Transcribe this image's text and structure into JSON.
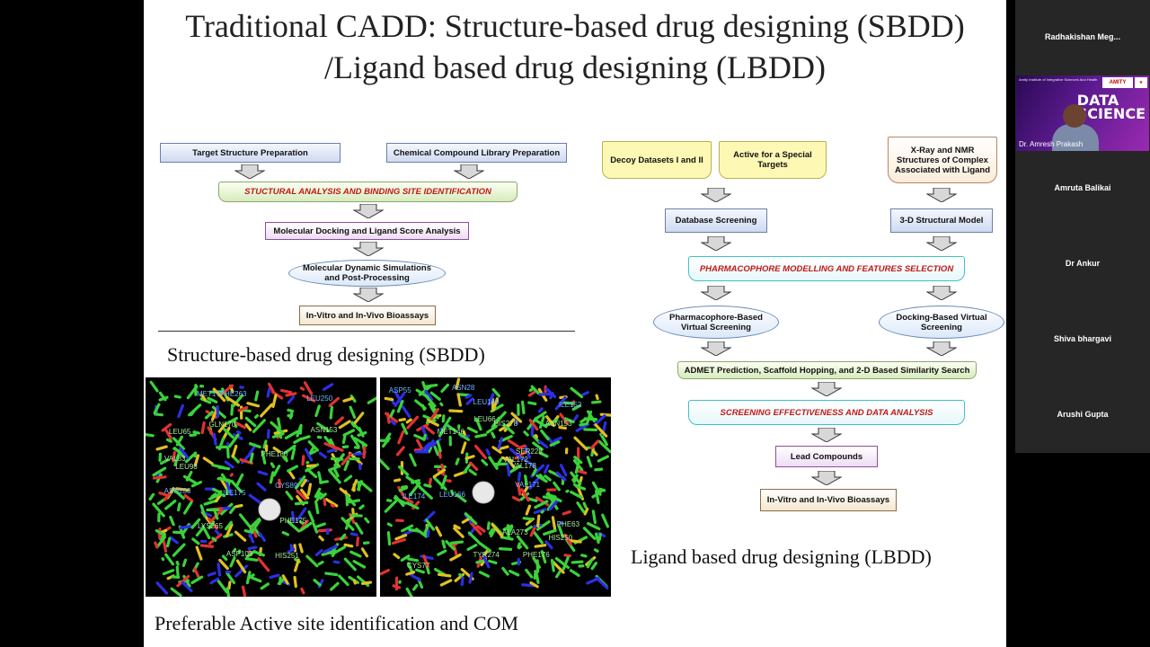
{
  "slide": {
    "title_line1": "Traditional CADD: Structure-based drug designing (SBDD)",
    "title_line2": "/Ligand based drug designing (LBDD)",
    "sbdd_caption": "Structure-based drug designing (SBDD)",
    "lbdd_caption": "Ligand based drug designing (LBDD)",
    "activesite_caption": "Preferable Active site identification and COM"
  },
  "sbdd_flow": {
    "target_prep": "Target Structure Preparation",
    "library_prep": "Chemical Compound Library Preparation",
    "structural_analysis": "STUCTURAL ANALYSIS AND BINDING SITE IDENTIFICATION",
    "docking": "Molecular Docking and Ligand Score Analysis",
    "md_line1": "Molecular Dynamic Simulations",
    "md_line2": "and Post-Processing",
    "bioassays": "In-Vitro and In-Vivo Bioassays"
  },
  "lbdd_flow": {
    "decoy": "Decoy Datasets I and II",
    "active_line1": "Active for a Special",
    "active_line2": "Targets",
    "xray_line1": "X-Ray and NMR",
    "xray_line2": "Structures of Complex",
    "xray_line3": "Associated with Ligand",
    "db_screening": "Database Screening",
    "model_3d": "3-D Structural Model",
    "pharmacophore_modelling": "PHARMACOPHORE MODELLING AND FEATURES SELECTION",
    "pvs_line1": "Pharmacophore-Based",
    "pvs_line2": "Virtual Screening",
    "dvs_line1": "Docking-Based Virtual",
    "dvs_line2": "Screening",
    "admet": "ADMET Prediction, Scaffold Hopping, and 2-D Based Similarity Search",
    "screening_eff": "SCREENING EFFECTIVENESS AND DATA ANALYSIS",
    "lead": "Lead Compounds",
    "bioassays": "In-Vitro and In-Vivo Bioassays"
  },
  "molecule_labels": {
    "left": [
      "MET177",
      "ASN153",
      "PHE180",
      "ILE175",
      "LYS265",
      "HIS251",
      "LEU250",
      "GLN170",
      "LEU98",
      "ASN233",
      "PHE175",
      "ASP103",
      "PHE263",
      "LEU65",
      "VAL83",
      "CYS89"
    ],
    "right": [
      "ILE152",
      "ASN153",
      "VAL178",
      "ILE174",
      "HIS250",
      "PHE176",
      "LEU149",
      "MET146",
      "VAL172",
      "VAL171",
      "ALA273",
      "TYR274",
      "ASN28",
      "HIS278",
      "SER228",
      "LEU166",
      "PHE63",
      "CYS77",
      "ASP55",
      "LEU66"
    ]
  },
  "participants": {
    "p1": "Radhakishan  Meg...",
    "speaker_name": "Dr. Amresh Prakash",
    "speaker_bg_line1": "DATA",
    "speaker_bg_line2": "SCIENCE",
    "speaker_header": "Amity Institute of Integrative Sciences And Health",
    "speaker_logo": "AMITY",
    "p3": "Amruta Balikai",
    "p4": "Dr Ankur",
    "p5": "Shiva bhargavi",
    "p6": "Arushi Gupta"
  },
  "colors": {
    "slide_bg": "#ffffff",
    "sidebar_bg": "#262626",
    "highlight_red": "#c21818",
    "molecule_green": "#3bd23b"
  }
}
